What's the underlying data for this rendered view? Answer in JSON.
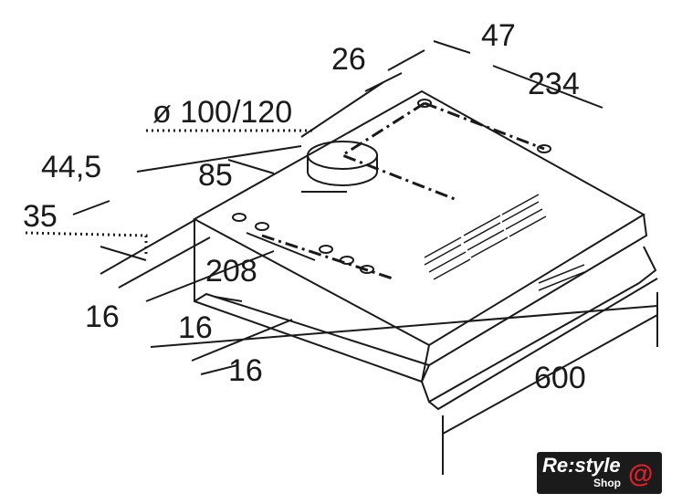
{
  "dimensions": {
    "d47": "47",
    "d26": "26",
    "d234": "234",
    "duct": "ø 100/120",
    "d44_5": "44,5",
    "d85": "85",
    "d35": "35",
    "d208": "208",
    "d16a": "16",
    "d16b": "16",
    "d16c": "16",
    "d600": "600"
  },
  "logo": {
    "main": "Re:style",
    "sub": "Shop",
    "symbol": "@",
    "color": "#e0202a"
  }
}
